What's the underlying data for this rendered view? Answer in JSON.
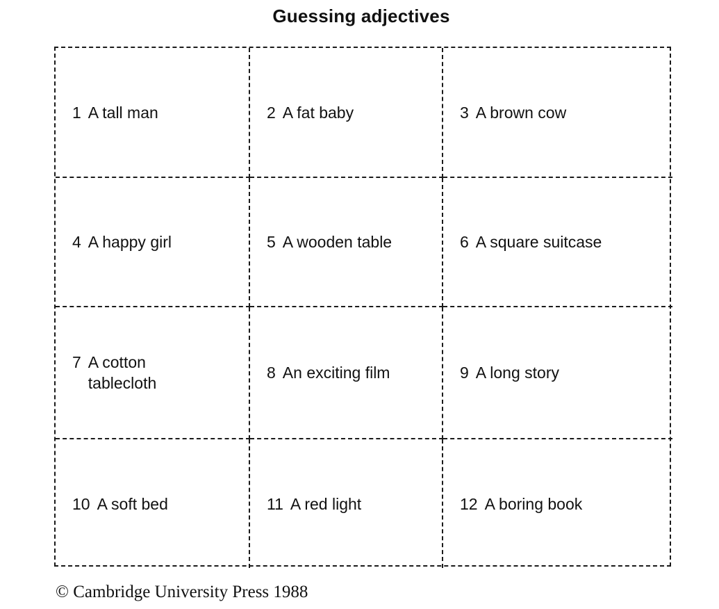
{
  "title": "Guessing adjectives",
  "cards": [
    {
      "number": "1",
      "text": "A tall man"
    },
    {
      "number": "2",
      "text": "A fat baby"
    },
    {
      "number": "3",
      "text": "A brown cow"
    },
    {
      "number": "4",
      "text": "A happy girl"
    },
    {
      "number": "5",
      "text": "A wooden table"
    },
    {
      "number": "6",
      "text": "A square suitcase"
    },
    {
      "number": "7",
      "text": "A cotton tablecloth"
    },
    {
      "number": "8",
      "text": "An exciting film"
    },
    {
      "number": "9",
      "text": "A long story"
    },
    {
      "number": "10",
      "text": "A soft bed"
    },
    {
      "number": "11",
      "text": "A red light"
    },
    {
      "number": "12",
      "text": "A boring book"
    }
  ],
  "copyright": "© Cambridge University Press 1988"
}
